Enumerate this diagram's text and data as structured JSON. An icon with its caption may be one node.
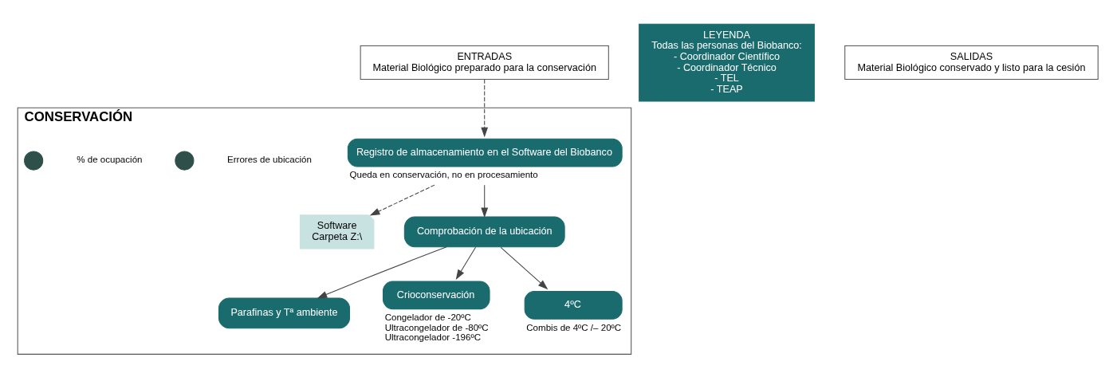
{
  "diagram": {
    "nodes": [
      {
        "text": [
          "CONSERVACIÓN"
        ]
      },
      {
        "text": [
          "ENTRADAS",
          "Material Biológico preparado para la conservación"
        ]
      },
      {
        "text": [
          "Registro de almacenamiento en el Software del Biobanco"
        ],
        "in": 0,
        "beside": [
          "Queda en conservación, no en procesamiento"
        ]
      },
      {
        "text": [
          "Software",
          "Carpeta Z:\\"
        ],
        "in": 0
      },
      {
        "text": [],
        "shape": "circle",
        "in": 0,
        "beside": [
          "Errores de ubicación"
        ]
      },
      {
        "text": [
          "Comprobación de la ubicación"
        ],
        "in": 0
      },
      {
        "text": [],
        "shape": "circle",
        "in": 0,
        "beside": [
          "% de ocupación"
        ]
      },
      {
        "text": [
          "Parafinas y Tª ambiente"
        ],
        "in": 0
      },
      {
        "text": [
          "Crioconservación"
        ],
        "in": 0,
        "beside": [
          "Congelador de -20ºC",
          "Ultracongelador de -80ºC",
          "Ultracongelador -196ºC"
        ]
      },
      {
        "text": [
          "4ºC"
        ],
        "in": 0,
        "beside": [
          "Combis de 4ºC /– 20ºC"
        ]
      },
      {
        "text": [
          "LEYENDA",
          "Todas las personas del Biobanco:",
          "- Coordinador Científico",
          "- Coordinador Técnico",
          "- TEL",
          "- TEAP"
        ]
      },
      {
        "text": [
          "SALIDAS",
          "Material Biológico conservado y listo para la cesión"
        ]
      }
    ],
    "edges": [
      {
        "from": 1,
        "to": 2,
        "arrow": "to",
        "style": "dashed"
      },
      {
        "from": 2,
        "to": 3,
        "arrow": "to",
        "style": "dashed"
      },
      {
        "from": 2,
        "to": 5,
        "arrow": "to"
      },
      {
        "from": 5,
        "to": 7,
        "arrow": "to"
      },
      {
        "from": 5,
        "to": 8,
        "arrow": "to"
      },
      {
        "from": 5,
        "to": 9,
        "arrow": "to"
      }
    ]
  }
}
